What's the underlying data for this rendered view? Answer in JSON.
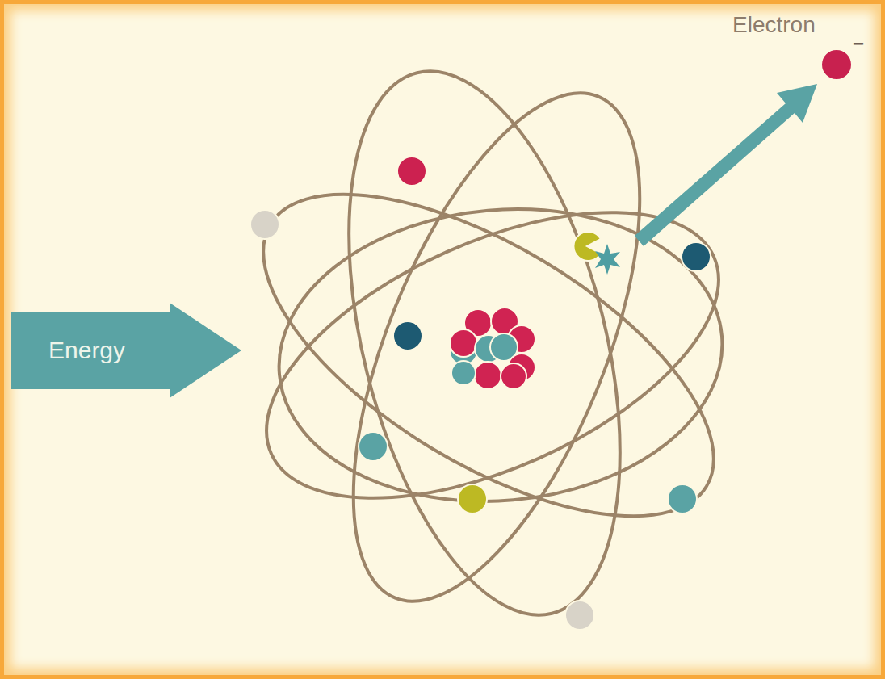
{
  "diagram": {
    "nodes": [
      {
        "text": [
          "Energy"
        ]
      }
    ],
    "labels": [
      "Electron",
      "−"
    ]
  }
}
